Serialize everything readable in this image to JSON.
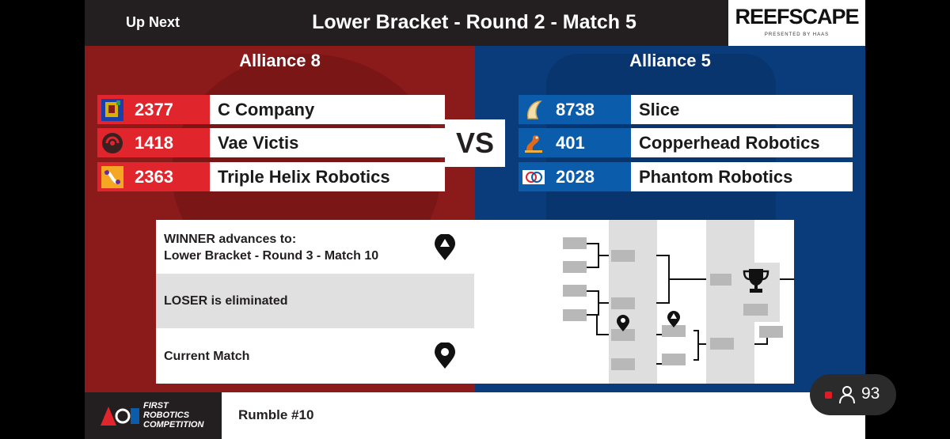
{
  "header": {
    "up_next": "Up Next",
    "match_title": "Lower Bracket - Round 2 - Match 5",
    "game_logo": "REEFSCAPE",
    "game_logo_sub": "PRESENTED BY HAAS"
  },
  "red": {
    "name": "Alliance 8",
    "color": "#e1252c",
    "teams": [
      {
        "number": "2377",
        "name": "C Company",
        "icon": "c-company-avatar-icon"
      },
      {
        "number": "1418",
        "name": "Vae Victis",
        "icon": "vae-victis-avatar-icon"
      },
      {
        "number": "2363",
        "name": "Triple Helix Robotics",
        "icon": "triple-helix-avatar-icon"
      }
    ]
  },
  "blue": {
    "name": "Alliance 5",
    "color": "#0b5cab",
    "teams": [
      {
        "number": "8738",
        "name": "Slice",
        "icon": "slice-avatar-icon"
      },
      {
        "number": "401",
        "name": "Copperhead Robotics",
        "icon": "copperhead-avatar-icon"
      },
      {
        "number": "2028",
        "name": "Phantom Robotics",
        "icon": "phantom-avatar-icon"
      }
    ]
  },
  "vs": "VS",
  "bracket": {
    "winner_line1": "WINNER advances to:",
    "winner_line2": "Lower Bracket - Round 3 - Match 10",
    "loser": "LOSER is eliminated",
    "current": "Current Match"
  },
  "footer": {
    "first_logo_line1": "FIRST",
    "first_logo_line2": "ROBOTICS",
    "first_logo_line3": "COMPETITION",
    "event_name": "Rumble #10"
  },
  "viewers": {
    "count": "93"
  }
}
